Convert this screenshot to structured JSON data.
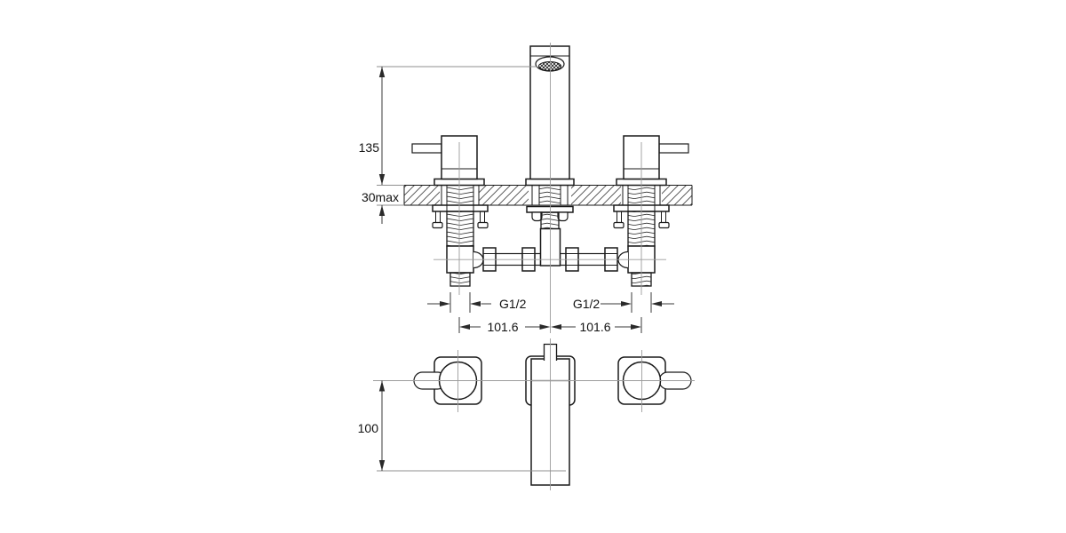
{
  "dimensions": {
    "spout_height": "135",
    "deck_thickness_max": "30max",
    "inlet_thread_left": "G1/2",
    "inlet_thread_right": "G1/2",
    "hole_spacing_left": "101.6",
    "hole_spacing_right": "101.6",
    "spout_projection": "100"
  },
  "colors": {
    "background": "#ffffff",
    "outline": "#1a1a1a",
    "centerline": "#9c9c9c",
    "dimension": "#333333"
  }
}
